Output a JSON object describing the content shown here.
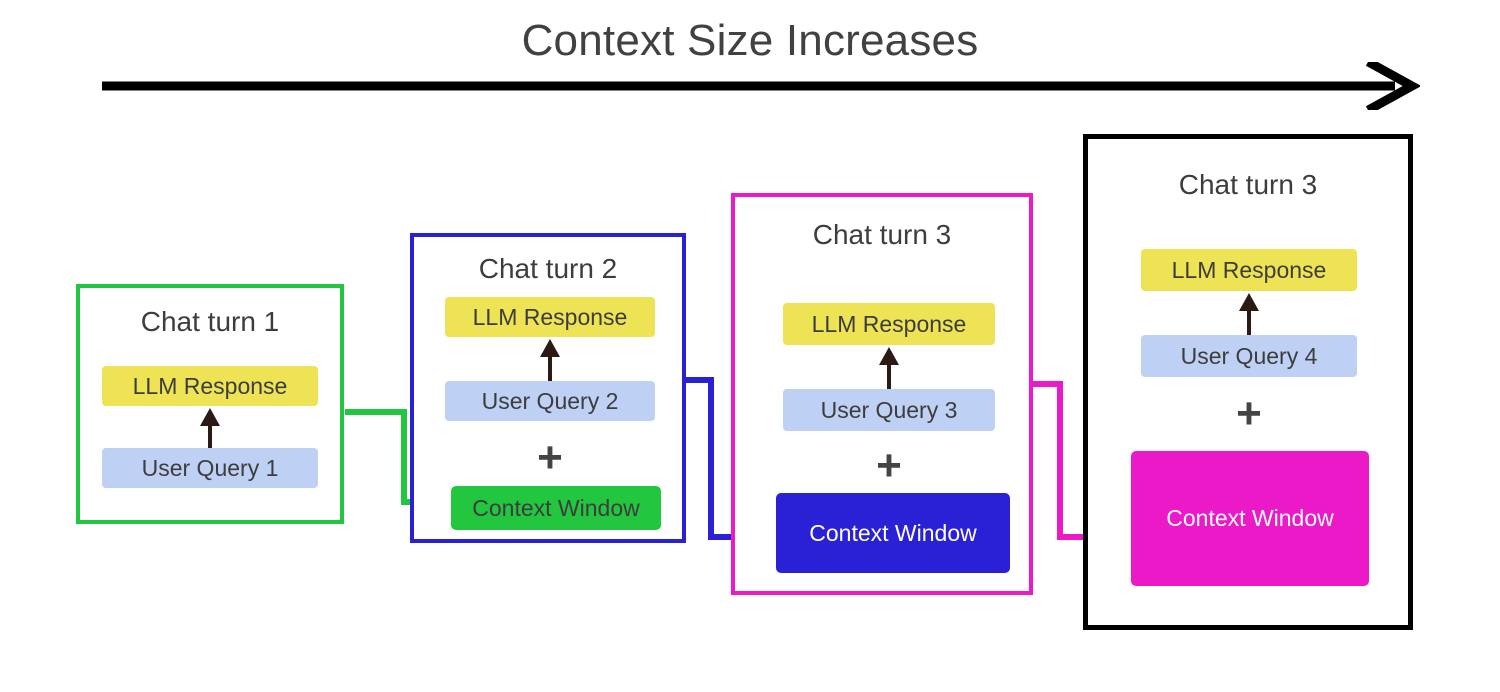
{
  "heading": {
    "text": "Context Size Increases",
    "arrow_icon": "right-arrow-icon"
  },
  "colors": {
    "llm_response_fill": "#EDE355",
    "user_query_fill": "#BFD0F5",
    "context_green": "#22C63F",
    "context_blue": "#2A21D6",
    "context_magenta": "#EC19C9",
    "panel_border_1": "#22C63F",
    "panel_border_2": "#2A21D6",
    "panel_border_3": "#EC19C9",
    "panel_border_4": "#000000",
    "text_dark": "#3D3D3D",
    "arrow_black": "#000000"
  },
  "panels": [
    {
      "title": "Chat turn 1",
      "border_color": "#22C63F",
      "llm_response": "LLM Response",
      "user_query": "User Query 1",
      "has_plus": false,
      "context_window": null
    },
    {
      "title": "Chat turn 2",
      "border_color": "#2A21D6",
      "llm_response": "LLM Response",
      "user_query": "User Query 2",
      "has_plus": true,
      "plus_symbol": "+",
      "context_window": {
        "label": "Context Window",
        "fill": "#22C63F",
        "text_color": "#3D3D3D"
      }
    },
    {
      "title": "Chat turn 3",
      "border_color": "#EC19C9",
      "llm_response": "LLM Response",
      "user_query": "User Query 3",
      "has_plus": true,
      "plus_symbol": "+",
      "context_window": {
        "label": "Context Window",
        "fill": "#2A21D6",
        "text_color": "#FFFFFF"
      }
    },
    {
      "title": "Chat turn 3",
      "border_color": "#000000",
      "llm_response": "LLM Response",
      "user_query": "User Query 4",
      "has_plus": true,
      "plus_symbol": "+",
      "context_window": {
        "label": "Context Window",
        "fill": "#EC19C9",
        "text_color": "#FFFFFF"
      }
    }
  ],
  "connectors": [
    {
      "name": "turn1-to-turn2",
      "color": "#22C63F"
    },
    {
      "name": "turn2-to-turn3",
      "color": "#2A21D6"
    },
    {
      "name": "turn3-to-turn4",
      "color": "#EC19C9"
    }
  ]
}
